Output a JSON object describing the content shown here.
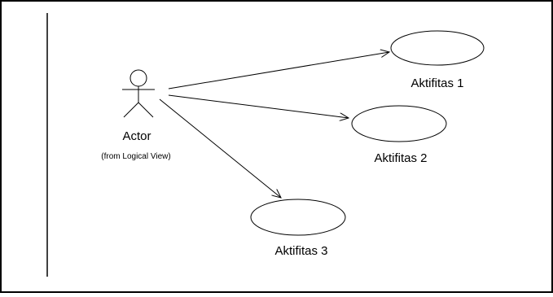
{
  "diagram": {
    "actor": {
      "label": "Actor",
      "origin": "(from Logical View)"
    },
    "use_cases": [
      {
        "label": "Aktifitas 1"
      },
      {
        "label": "Aktifitas 2"
      },
      {
        "label": "Aktifitas 3"
      }
    ],
    "colors": {
      "line": "#000000",
      "background": "#ffffff"
    }
  }
}
